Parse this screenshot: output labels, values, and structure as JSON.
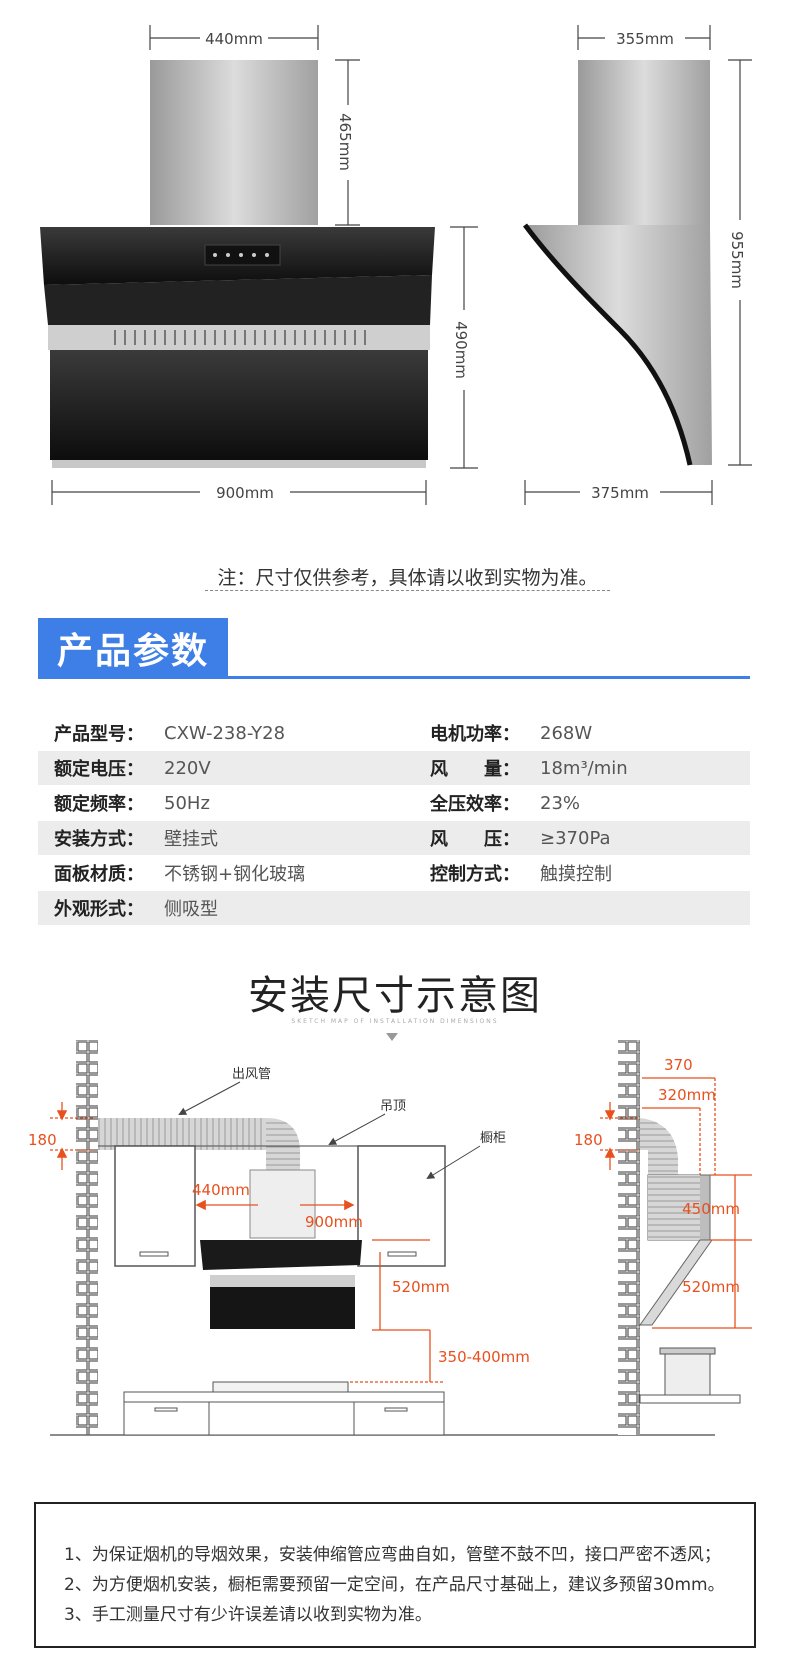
{
  "dimensions": {
    "front_width_top": "440mm",
    "front_height_top": "465mm",
    "front_height_bottom": "490mm",
    "front_width_bottom": "900mm",
    "side_width_top": "355mm",
    "side_height_total": "955mm",
    "side_width_bottom": "375mm"
  },
  "note": "注：尺寸仅供参考，具体请以收到实物为准。",
  "params": {
    "title": "产品参数",
    "rows": [
      {
        "l1": "产品型号：",
        "v1": "CXW-238-Y28",
        "l2": "电机功率：",
        "v2": "268W"
      },
      {
        "l1": "额定电压：",
        "v1": "220V",
        "l2": "风　　量：",
        "v2": "18m³/min"
      },
      {
        "l1": "额定频率：",
        "v1": "50Hz",
        "l2": "全压效率：",
        "v2": "23%"
      },
      {
        "l1": "安装方式：",
        "v1": "壁挂式",
        "l2": "风　　压：",
        "v2": "≥370Pa"
      },
      {
        "l1": "面板材质：",
        "v1": "不锈钢+钢化玻璃",
        "l2": "控制方式：",
        "v2": "触摸控制"
      },
      {
        "l1": "外观形式：",
        "v1": "侧吸型",
        "l2": "",
        "v2": ""
      }
    ]
  },
  "install": {
    "title": "安装尺寸示意图",
    "subtitle": "SKETCH MAP OF INSTALLATION DIMENSIONS",
    "labels": {
      "duct": "出风管",
      "ceiling": "吊顶",
      "cabinet": "橱柜",
      "dim_180_left": "180",
      "dim_440": "440mm",
      "dim_900": "900mm",
      "dim_520_left": "520mm",
      "dim_350_400": "350-400mm",
      "dim_370": "370",
      "dim_320": "320mm",
      "dim_180_right": "180",
      "dim_450": "450mm",
      "dim_520_right": "520mm"
    }
  },
  "notes": [
    "1、为保证烟机的导烟效果，安装伸缩管应弯曲自如，管壁不鼓不凹，接口严密不透风；",
    "2、为方便烟机安装，橱柜需要预留一定空间，在产品尺寸基础上，建议多预留30mm。",
    "3、手工测量尺寸有少许误差请以收到实物为准。"
  ],
  "colors": {
    "accent": "#3d7fe6",
    "dimension_red": "#e8501e",
    "glass": "#1a1a1a",
    "steel": "#b8b8b8"
  }
}
